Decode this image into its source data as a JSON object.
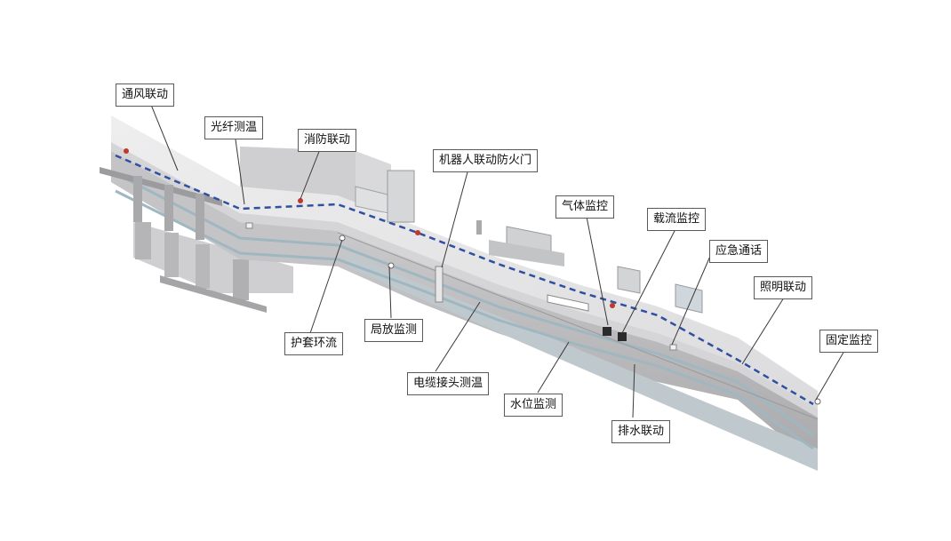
{
  "colors": {
    "tunnel_light": "#e9e9ea",
    "tunnel_mid": "#d0d0d2",
    "tunnel_dark": "#b3b3b6",
    "cable_tray": "#9fb7c0",
    "fiber_line": "#2f4fa0",
    "leader_line": "#3a3a3a",
    "accent_red": "#c0392b"
  },
  "callouts": [
    {
      "id": "ventilation",
      "text": "通风联动",
      "icon": "fan-icon"
    },
    {
      "id": "fiber_temp",
      "text": "光纤测温",
      "icon": "thermometer-icon"
    },
    {
      "id": "fire",
      "text": "消防联动",
      "icon": "fire-icon"
    },
    {
      "id": "robot_door",
      "text": "机器人联动防火门",
      "icon": "door-icon"
    },
    {
      "id": "gas",
      "text": "气体监控",
      "icon": "gas-icon"
    },
    {
      "id": "carrier",
      "text": "载流监控",
      "icon": "current-icon"
    },
    {
      "id": "emergency_phone",
      "text": "应急通话",
      "icon": "phone-icon"
    },
    {
      "id": "lighting",
      "text": "照明联动",
      "icon": "lamp-icon"
    },
    {
      "id": "fixed_monitor",
      "text": "固定监控",
      "icon": "camera-icon"
    },
    {
      "id": "sheath_current",
      "text": "护套环流",
      "icon": "sensor-icon"
    },
    {
      "id": "partial_discharge",
      "text": "局放监测",
      "icon": "sensor-icon"
    },
    {
      "id": "joint_temp",
      "text": "电缆接头测温",
      "icon": "sensor-icon"
    },
    {
      "id": "water_level",
      "text": "水位监测",
      "icon": "water-icon"
    },
    {
      "id": "drainage",
      "text": "排水联动",
      "icon": "pump-icon"
    }
  ]
}
